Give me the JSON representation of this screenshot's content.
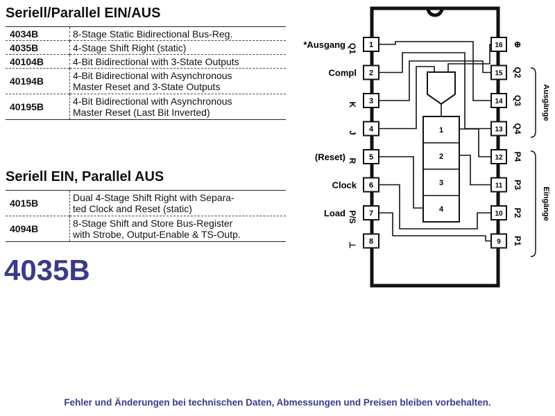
{
  "section1": {
    "title": "Seriell/Parallel EIN/AUS",
    "rows": [
      {
        "part": "4034B",
        "desc": [
          "8-Stage Static Bidirectional Bus-Reg."
        ]
      },
      {
        "part": "4035B",
        "desc": [
          "4-Stage Shift Right (static)"
        ]
      },
      {
        "part": "40104B",
        "desc": [
          "4-Bit Bidirectional with 3-State Outputs"
        ]
      },
      {
        "part": "40194B",
        "desc": [
          "4-Bit Bidirectional with Asynchronous",
          "Master Reset and 3-State Outputs"
        ]
      },
      {
        "part": "40195B",
        "desc": [
          "4-Bit Bidirectional with Asynchronous",
          "Master Reset (Last Bit Inverted)"
        ]
      }
    ]
  },
  "section2": {
    "title": "Seriell EIN, Parallel AUS",
    "rows": [
      {
        "part": "4015B",
        "desc": [
          "Dual 4-Stage Shift Right with Separa-",
          "ted Clock and Reset (static)"
        ]
      },
      {
        "part": "4094B",
        "desc": [
          "8-Stage Shift and Store Bus-Register",
          "with Strobe, Output-Enable & TS-Outp."
        ]
      }
    ]
  },
  "part_title": "4035B",
  "footer": "Fehler und Änderungen bei technischen Daten, Abmessungen und Preisen bleiben vorbehalten.",
  "chip": {
    "left_pins": [
      {
        "num": "1",
        "label": "*Ausgang",
        "sub": "Q1"
      },
      {
        "num": "2",
        "label": "Compl",
        "sub": ""
      },
      {
        "num": "3",
        "label": "",
        "sub": "K"
      },
      {
        "num": "4",
        "label": "",
        "sub": "J"
      },
      {
        "num": "5",
        "label": "(Reset)",
        "sub": "R"
      },
      {
        "num": "6",
        "label": "Clock",
        "sub": ""
      },
      {
        "num": "7",
        "label": "Load",
        "sub": "P/S"
      },
      {
        "num": "8",
        "label": "",
        "sub": "⊥"
      }
    ],
    "right_pins": [
      {
        "num": "16",
        "sub": "⊕"
      },
      {
        "num": "15",
        "sub": "Q2"
      },
      {
        "num": "14",
        "sub": "Q3"
      },
      {
        "num": "13",
        "sub": "Q4"
      },
      {
        "num": "12",
        "sub": "P4"
      },
      {
        "num": "11",
        "sub": "P3"
      },
      {
        "num": "10",
        "sub": "P2"
      },
      {
        "num": "9",
        "sub": "P1"
      }
    ],
    "group_labels": {
      "outputs": "Ausgänge",
      "inputs": "Eingänge"
    },
    "stages": [
      "1",
      "2",
      "3",
      "4"
    ]
  }
}
